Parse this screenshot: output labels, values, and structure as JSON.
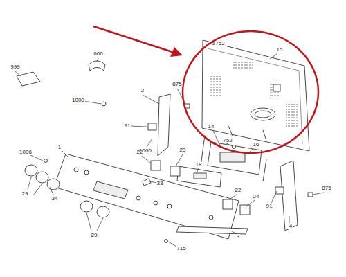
{
  "diagram": {
    "labels": [
      "600",
      "752",
      "15",
      "999",
      "875",
      "2",
      "1000",
      "91",
      "14",
      "1000",
      "752",
      "16",
      "1006",
      "1",
      "22",
      "23",
      "18",
      "33",
      "875",
      "22",
      "24",
      "29",
      "34",
      "91",
      "4",
      "29",
      "715",
      "3"
    ]
  }
}
